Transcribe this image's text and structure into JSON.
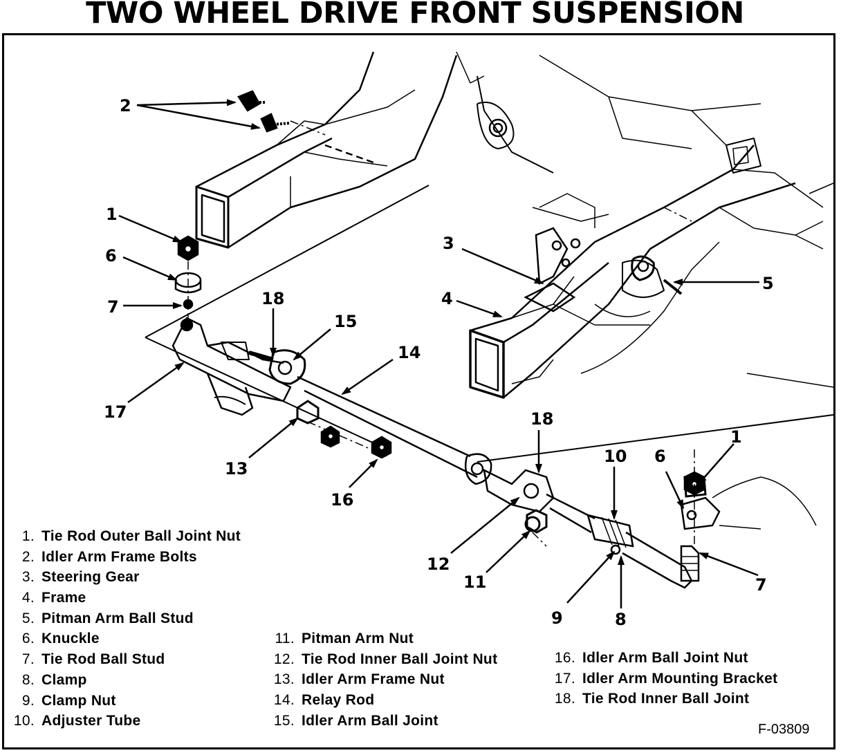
{
  "title": "TWO WHEEL DRIVE FRONT SUSPENSION",
  "figure_id": "F-03809",
  "callouts": [
    "2",
    "1",
    "6",
    "7",
    "18",
    "15",
    "14",
    "17",
    "13",
    "16",
    "3",
    "4",
    "5",
    "18",
    "10",
    "6",
    "1",
    "12",
    "11",
    "9",
    "8",
    "7"
  ],
  "legend": [
    {
      "num": "1.",
      "text": "Tie Rod Outer Ball Joint Nut"
    },
    {
      "num": "2.",
      "text": "Idler Arm Frame Bolts"
    },
    {
      "num": "3.",
      "text": "Steering Gear"
    },
    {
      "num": "4.",
      "text": "Frame"
    },
    {
      "num": "5.",
      "text": "Pitman Arm Ball Stud"
    },
    {
      "num": "6.",
      "text": "Knuckle"
    },
    {
      "num": "7.",
      "text": "Tie Rod Ball Stud"
    },
    {
      "num": "8.",
      "text": "Clamp"
    },
    {
      "num": "9.",
      "text": "Clamp Nut"
    },
    {
      "num": "10.",
      "text": "Adjuster Tube"
    },
    {
      "num": "11.",
      "text": "Pitman Arm Nut"
    },
    {
      "num": "12.",
      "text": "Tie Rod Inner Ball Joint Nut"
    },
    {
      "num": "13.",
      "text": "Idler Arm Frame Nut"
    },
    {
      "num": "14.",
      "text": "Relay Rod"
    },
    {
      "num": "15.",
      "text": "Idler Arm Ball Joint"
    },
    {
      "num": "16.",
      "text": "Idler Arm Ball Joint Nut"
    },
    {
      "num": "17.",
      "text": "Idler Arm Mounting Bracket"
    },
    {
      "num": "18.",
      "text": "Tie Rod Inner Ball Joint"
    }
  ]
}
